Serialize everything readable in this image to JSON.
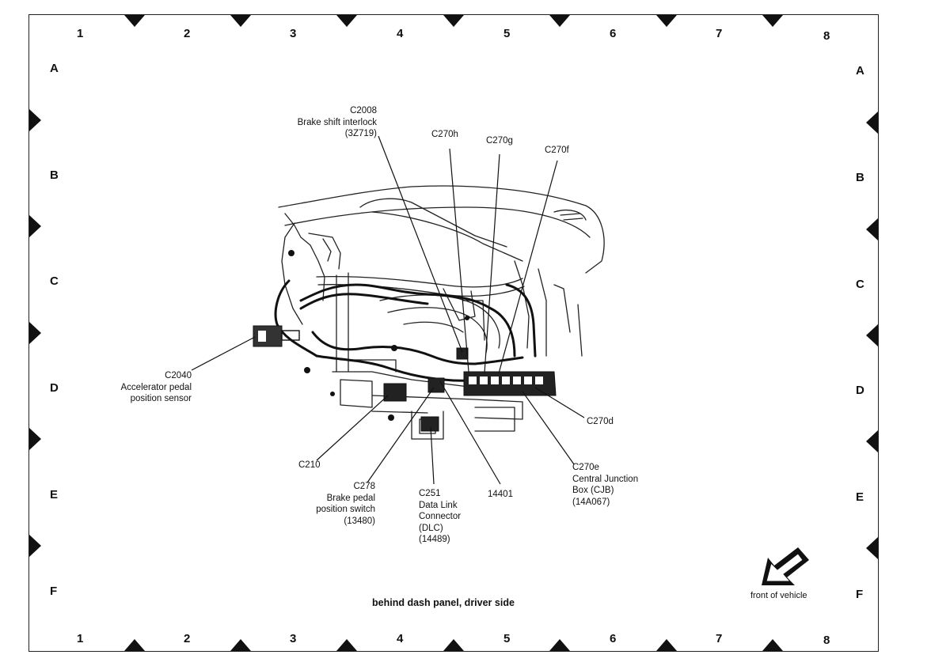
{
  "grid": {
    "columns": [
      "1",
      "2",
      "3",
      "4",
      "5",
      "6",
      "7",
      "8"
    ],
    "rows": [
      "A",
      "B",
      "C",
      "D",
      "E",
      "F"
    ]
  },
  "callouts": {
    "c2008": [
      "C2008",
      "Brake shift interlock",
      "(3Z719)"
    ],
    "c270h": [
      "C270h"
    ],
    "c270g": [
      "C270g"
    ],
    "c270f": [
      "C270f"
    ],
    "c2040": [
      "C2040",
      "Accelerator pedal",
      "position sensor"
    ],
    "c270d": [
      "C270d"
    ],
    "c210": [
      "C210"
    ],
    "c278": [
      "C278",
      "Brake pedal",
      "position switch",
      "(13480)"
    ],
    "c251": [
      "C251",
      "Data Link",
      "Connector",
      "(DLC)",
      "(14489)"
    ],
    "h14401": [
      "14401"
    ],
    "c270e": [
      "C270e",
      "Central Junction",
      "Box (CJB)",
      "(14A067)"
    ]
  },
  "caption": "behind dash panel, driver side",
  "front_of_vehicle": "front of vehicle"
}
